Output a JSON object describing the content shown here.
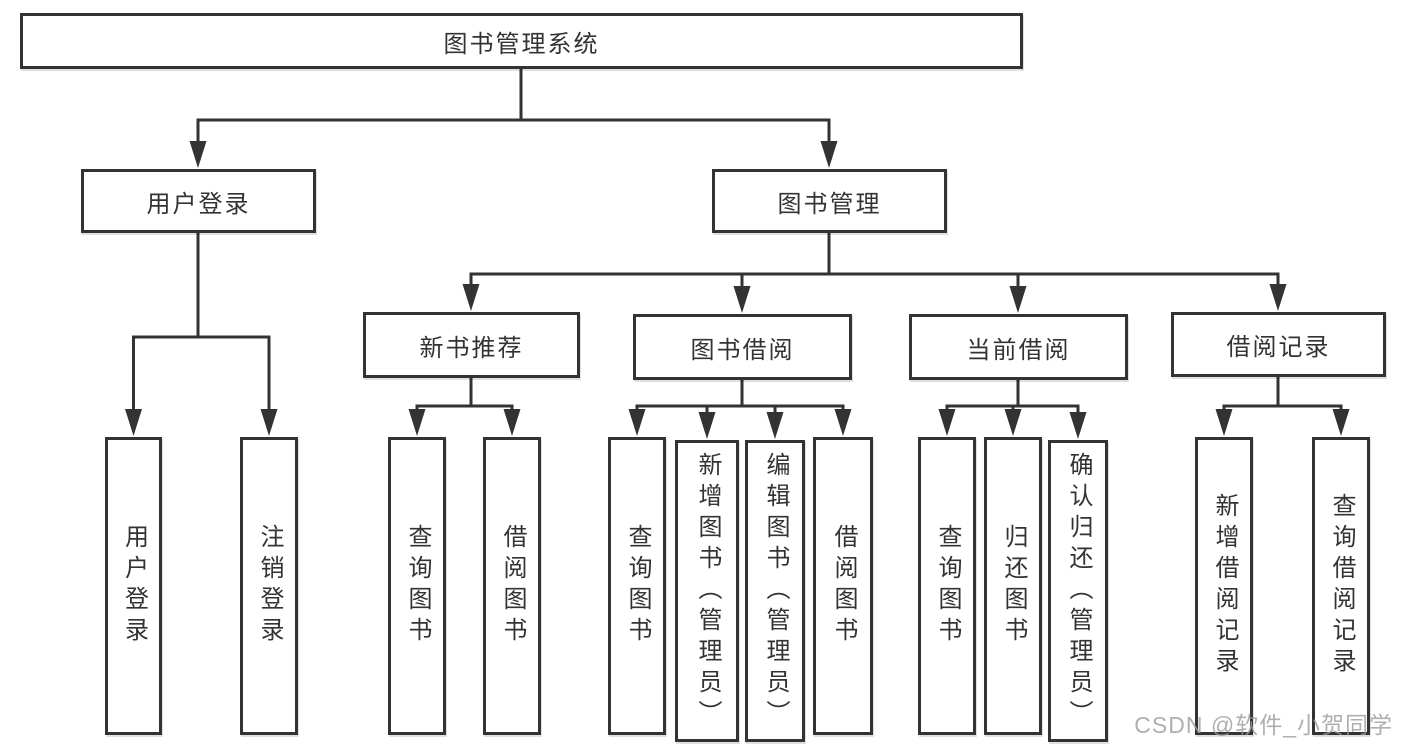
{
  "colors": {
    "background": "#ffffff",
    "line": "#333333",
    "text": "#333333",
    "watermark": "#9b9b9b"
  },
  "watermark": "CSDN @软件_小贺同学",
  "nodes": {
    "root": "图书管理系统",
    "user_login": "用户登录",
    "book_management": "图书管理",
    "new_book_recommend": "新书推荐",
    "book_borrow": "图书借阅",
    "current_borrow": "当前借阅",
    "borrow_record": "借阅记录",
    "leaf_user_login": "用户登录",
    "leaf_logout": "注销登录",
    "leaf_newbook_query": "查询图书",
    "leaf_newbook_borrow": "借阅图书",
    "leaf_borrow_query": "查询图书",
    "leaf_borrow_add": "新增图书（管理员）",
    "leaf_borrow_edit": "编辑图书（管理员）",
    "leaf_borrow_borrow": "借阅图书",
    "leaf_current_query": "查询图书",
    "leaf_current_return": "归还图书",
    "leaf_current_confirm": "确认归还（管理员）",
    "leaf_record_add": "新增借阅记录",
    "leaf_record_query": "查询借阅记录"
  }
}
